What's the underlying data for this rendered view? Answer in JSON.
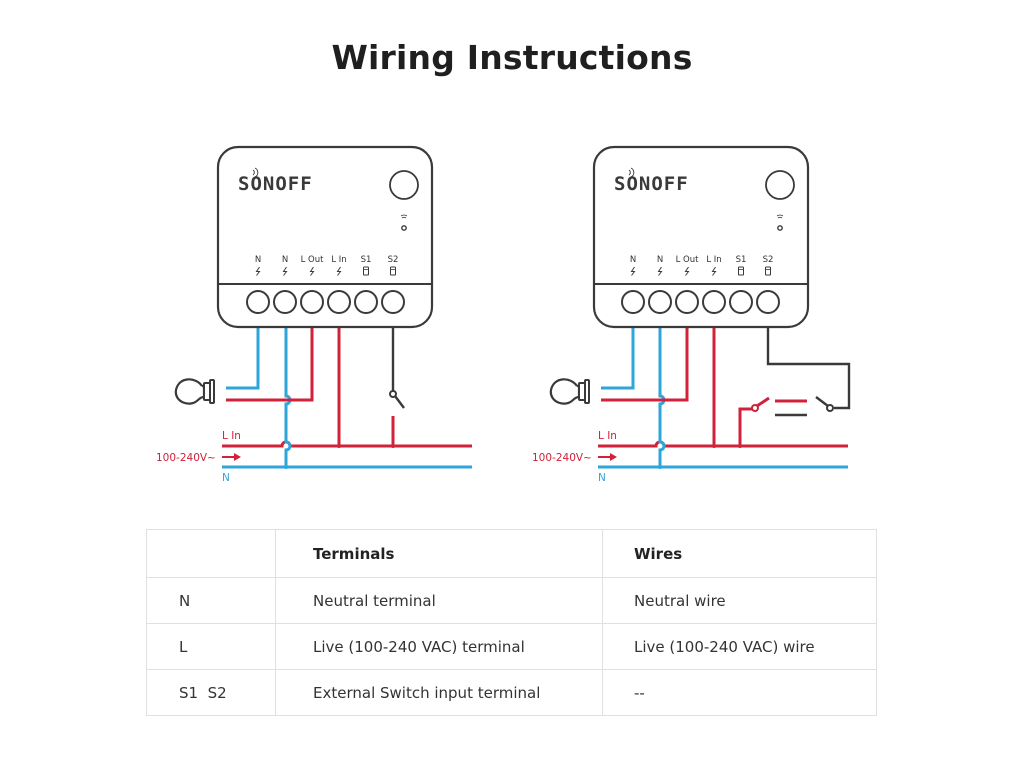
{
  "title": "Wiring Instructions",
  "colors": {
    "live_wire": "#d1223a",
    "neutral_wire": "#2fa6d9",
    "switch_wire": "#3a3a3a",
    "outline": "#3a3a3a"
  },
  "diagrams": [
    {
      "name": "single-switch-wiring",
      "brand": "SONOFF",
      "terminals": [
        "N",
        "N",
        "L Out",
        "L In",
        "S1",
        "S2"
      ],
      "supply_live_label": "L In",
      "supply_voltage_label": "100-240V~",
      "supply_neutral_label": "N",
      "switch_type": "single"
    },
    {
      "name": "two-way-switch-wiring",
      "brand": "SONOFF",
      "terminals": [
        "N",
        "N",
        "L Out",
        "L In",
        "S1",
        "S2"
      ],
      "supply_live_label": "L In",
      "supply_voltage_label": "100-240V~",
      "supply_neutral_label": "N",
      "switch_type": "two-way"
    }
  ],
  "table": {
    "headers": [
      "",
      "Terminals",
      "Wires"
    ],
    "rows": [
      [
        "N",
        "Neutral terminal",
        "Neutral wire"
      ],
      [
        "L",
        "Live (100-240 VAC) terminal",
        "Live (100-240 VAC) wire"
      ],
      [
        "S1  S2",
        "External Switch input terminal",
        "--"
      ]
    ]
  }
}
